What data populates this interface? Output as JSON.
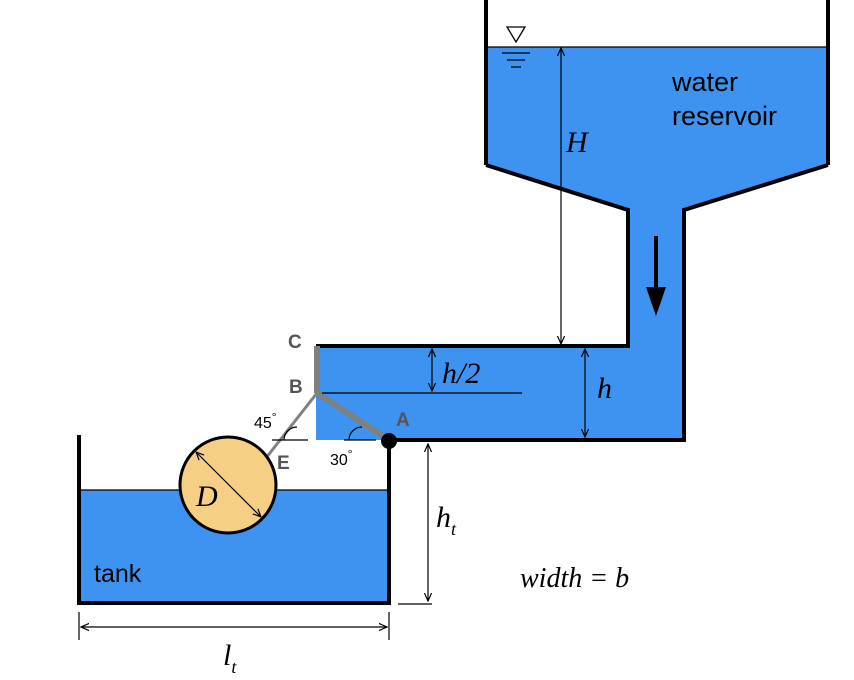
{
  "colors": {
    "water": "#3d93ef",
    "wall": "#000000",
    "gate": "#808080",
    "ball": "#f5cf84",
    "background": "#ffffff"
  },
  "labels": {
    "reservoir_line1": "water",
    "reservoir_line2": "reservoir",
    "H": "H",
    "h": "h",
    "h_half": "h/2",
    "h_t_main": "h",
    "h_t_sub": "t",
    "l_t_main": "l",
    "l_t_sub": "t",
    "D": "D",
    "width_eq": "width = b",
    "tank": "tank",
    "point_A": "A",
    "point_B": "B",
    "point_C": "C",
    "point_E": "E",
    "angle_45": "45",
    "angle_30": "30",
    "degree": "°"
  },
  "icons": {
    "free_surface": "free-surface-triangle-icon",
    "flow_arrow": "down-arrow-icon"
  }
}
